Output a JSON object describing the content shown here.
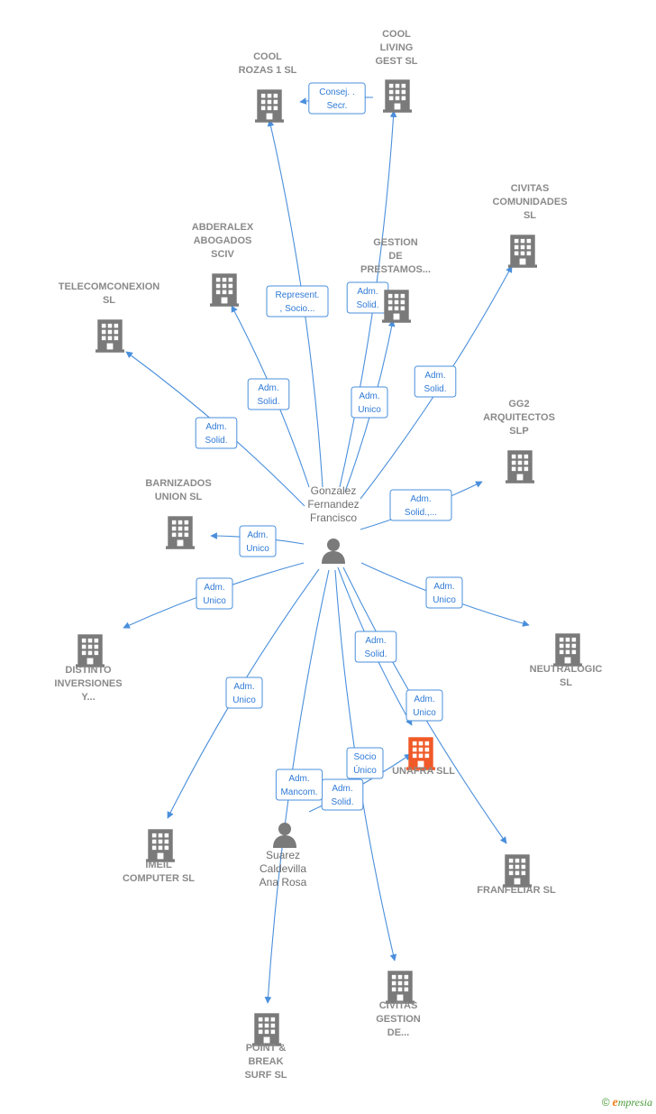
{
  "colors": {
    "edge": "#4a8fdc",
    "node_default": "#7a7a7a",
    "node_highlight": "#f05a28",
    "label_text": "#8a8a8a",
    "edge_label_text": "#2f7ad6"
  },
  "center": {
    "name_lines": [
      "Gonzalez",
      "Fernandez",
      "Francisco"
    ],
    "icon": "person-icon"
  },
  "nodes": [
    {
      "id": "cool-rozas",
      "type": "company",
      "lines": [
        "COOL",
        "ROZAS 1  SL"
      ]
    },
    {
      "id": "cool-living",
      "type": "company",
      "lines": [
        "COOL",
        "LIVING",
        "GEST  SL"
      ]
    },
    {
      "id": "civitas-comunidades",
      "type": "company",
      "lines": [
        "CIVITAS",
        "COMUNIDADES",
        "SL"
      ]
    },
    {
      "id": "abderalex",
      "type": "company",
      "lines": [
        "ABDERALEX",
        "ABOGADOS",
        "SCIV"
      ]
    },
    {
      "id": "gestion-prestamos",
      "type": "company",
      "lines": [
        "GESTION",
        "DE",
        "PRESTAMOS..."
      ]
    },
    {
      "id": "telecomconexion",
      "type": "company",
      "lines": [
        "TELECOMCONEXION",
        "SL"
      ]
    },
    {
      "id": "gg2",
      "type": "company",
      "lines": [
        "GG2",
        "ARQUITECTOS",
        "SLP"
      ]
    },
    {
      "id": "barnizados",
      "type": "company",
      "lines": [
        "BARNIZADOS",
        "UNION  SL"
      ]
    },
    {
      "id": "distinto",
      "type": "company",
      "lines": [
        "DISTINTO",
        "INVERSIONES",
        "Y..."
      ]
    },
    {
      "id": "neutralogic",
      "type": "company",
      "lines": [
        "NEUTRALOGIC",
        "SL"
      ]
    },
    {
      "id": "unafra",
      "type": "company-highlight",
      "lines": [
        "UNAFRA  SLL"
      ]
    },
    {
      "id": "imeil",
      "type": "company",
      "lines": [
        "IMEIL",
        "COMPUTER SL"
      ]
    },
    {
      "id": "suarez",
      "type": "person",
      "lines": [
        "Suarez",
        "Caldevilla",
        "Ana Rosa"
      ]
    },
    {
      "id": "franfeliar",
      "type": "company",
      "lines": [
        "FRANFELIAR SL"
      ]
    },
    {
      "id": "civitas-gestion",
      "type": "company",
      "lines": [
        "CIVITAS",
        "GESTION",
        "DE..."
      ]
    },
    {
      "id": "point-break",
      "type": "company",
      "lines": [
        "POINT &",
        "BREAK",
        "SURF  SL"
      ]
    }
  ],
  "edges": [
    {
      "from": "center",
      "to": "cool-rozas",
      "label": [
        "Represent.",
        ", Socio..."
      ]
    },
    {
      "from": "cool-living",
      "to": "cool-rozas",
      "label": [
        "Consej. .",
        "Secr."
      ]
    },
    {
      "from": "center",
      "to": "cool-living",
      "label": [
        "Adm.",
        "Solid."
      ]
    },
    {
      "from": "center",
      "to": "civitas-comunidades",
      "label": [
        "Adm.",
        "Solid."
      ]
    },
    {
      "from": "center",
      "to": "abderalex",
      "label": [
        "Adm.",
        "Solid."
      ]
    },
    {
      "from": "center",
      "to": "gestion-prestamos",
      "label": [
        "Adm.",
        "Unico"
      ]
    },
    {
      "from": "center",
      "to": "telecomconexion",
      "label": [
        "Adm.",
        "Solid."
      ]
    },
    {
      "from": "center",
      "to": "gg2",
      "label": [
        "Adm.",
        "Solid.,..."
      ]
    },
    {
      "from": "center",
      "to": "barnizados",
      "label": [
        "Adm.",
        "Unico"
      ]
    },
    {
      "from": "center",
      "to": "distinto",
      "label": [
        "Adm.",
        "Unico"
      ]
    },
    {
      "from": "center",
      "to": "neutralogic",
      "label": [
        "Adm.",
        "Unico"
      ]
    },
    {
      "from": "center",
      "to": "unafra",
      "label": [
        "Adm.",
        "Solid."
      ]
    },
    {
      "from": "center",
      "to": "franfeliar",
      "label": [
        "Adm.",
        "Unico"
      ]
    },
    {
      "from": "center",
      "to": "imeil",
      "label": [
        "Adm.",
        "Unico"
      ]
    },
    {
      "from": "center",
      "to": "civitas-gestion",
      "label": [
        "Socio",
        "Único"
      ]
    },
    {
      "from": "suarez",
      "to": "unafra",
      "label": [
        "Adm.",
        "Solid."
      ]
    },
    {
      "from": "center",
      "to": "point-break",
      "label": [
        "Adm.",
        "Mancom."
      ]
    }
  ],
  "brand": {
    "copyright": "©",
    "e": "e",
    "rest": "mpresia"
  }
}
